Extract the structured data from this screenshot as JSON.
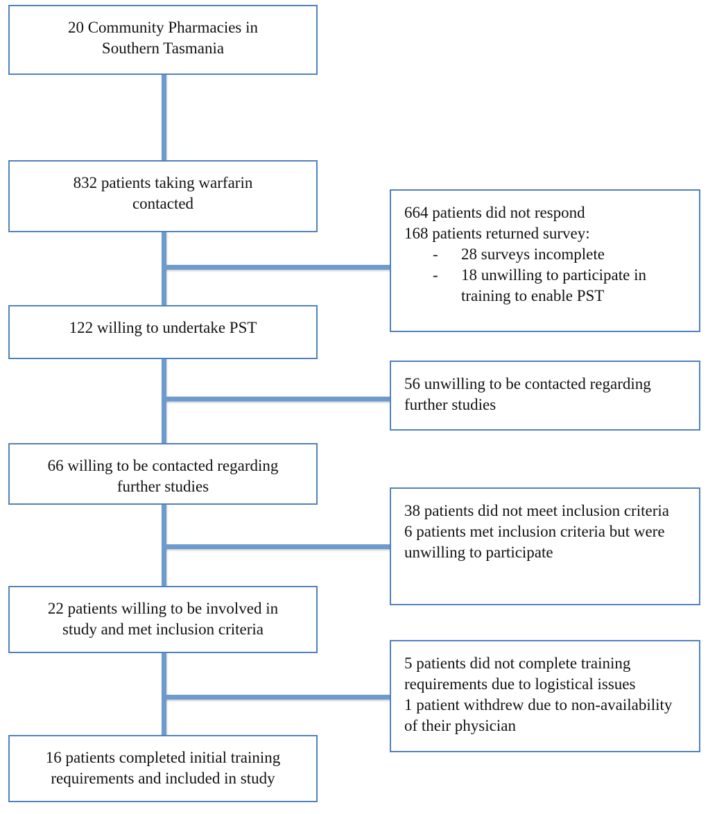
{
  "diagram": {
    "description": "Patient recruitment flow diagram",
    "main_column": [
      {
        "name": "pharmacies",
        "lines": [
          "20 Community Pharmacies in",
          "Southern Tasmania"
        ]
      },
      {
        "name": "contacted",
        "lines": [
          "832 patients taking warfarin",
          "contacted"
        ]
      },
      {
        "name": "willing-pst",
        "lines": [
          "122 willing to undertake PST"
        ]
      },
      {
        "name": "willing-contact",
        "lines": [
          "66 willing to be contacted regarding",
          "further studies"
        ]
      },
      {
        "name": "willing-involved",
        "lines": [
          "22 patients willing to be involved in",
          "study and met inclusion criteria"
        ]
      },
      {
        "name": "completed-training",
        "lines": [
          "16 patients completed initial training",
          "requirements and included in study"
        ]
      }
    ],
    "side_column": [
      {
        "name": "no-response",
        "items": [
          "664 patients did not respond",
          "168 patients returned survey:"
        ],
        "bullets": [
          "28 surveys incomplete",
          "18 unwilling to participate in training to enable PST"
        ]
      },
      {
        "name": "unwilling-contact",
        "items": [
          "56 unwilling to be contacted regarding further studies"
        ]
      },
      {
        "name": "not-meeting-criteria",
        "items": [
          "38 patients did not meet inclusion criteria",
          "6 patients met inclusion criteria but were unwilling to participate"
        ]
      },
      {
        "name": "training-not-completed",
        "items": [
          "5 patients did not complete training requirements due to logistical issues",
          "1 patient withdrew due to non-availability of their physician"
        ]
      }
    ],
    "ui": {
      "bullet_marker": "-"
    },
    "colors": {
      "box_border": "#4f81bd",
      "connector": "#6d9bce",
      "text": "#111111",
      "background": "#ffffff"
    }
  }
}
